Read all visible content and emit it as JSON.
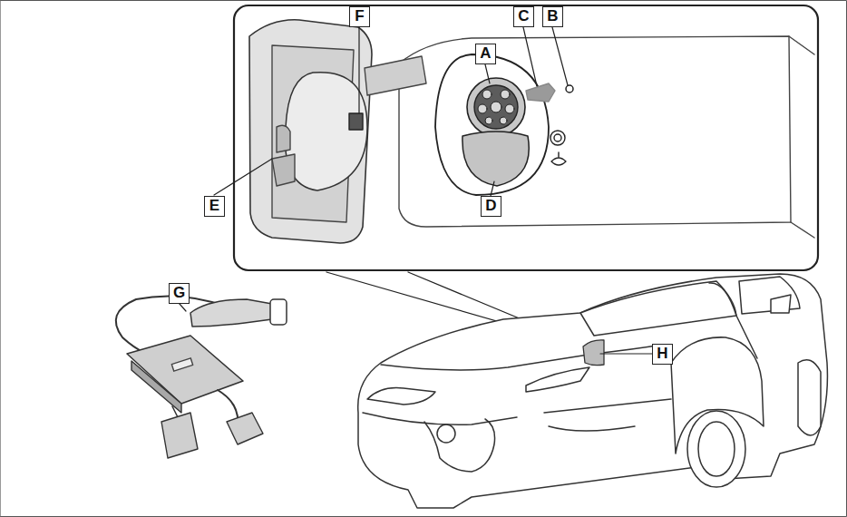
{
  "diagram": {
    "labels": [
      "F",
      "A",
      "C",
      "B",
      "E",
      "D",
      "G",
      "H"
    ]
  }
}
